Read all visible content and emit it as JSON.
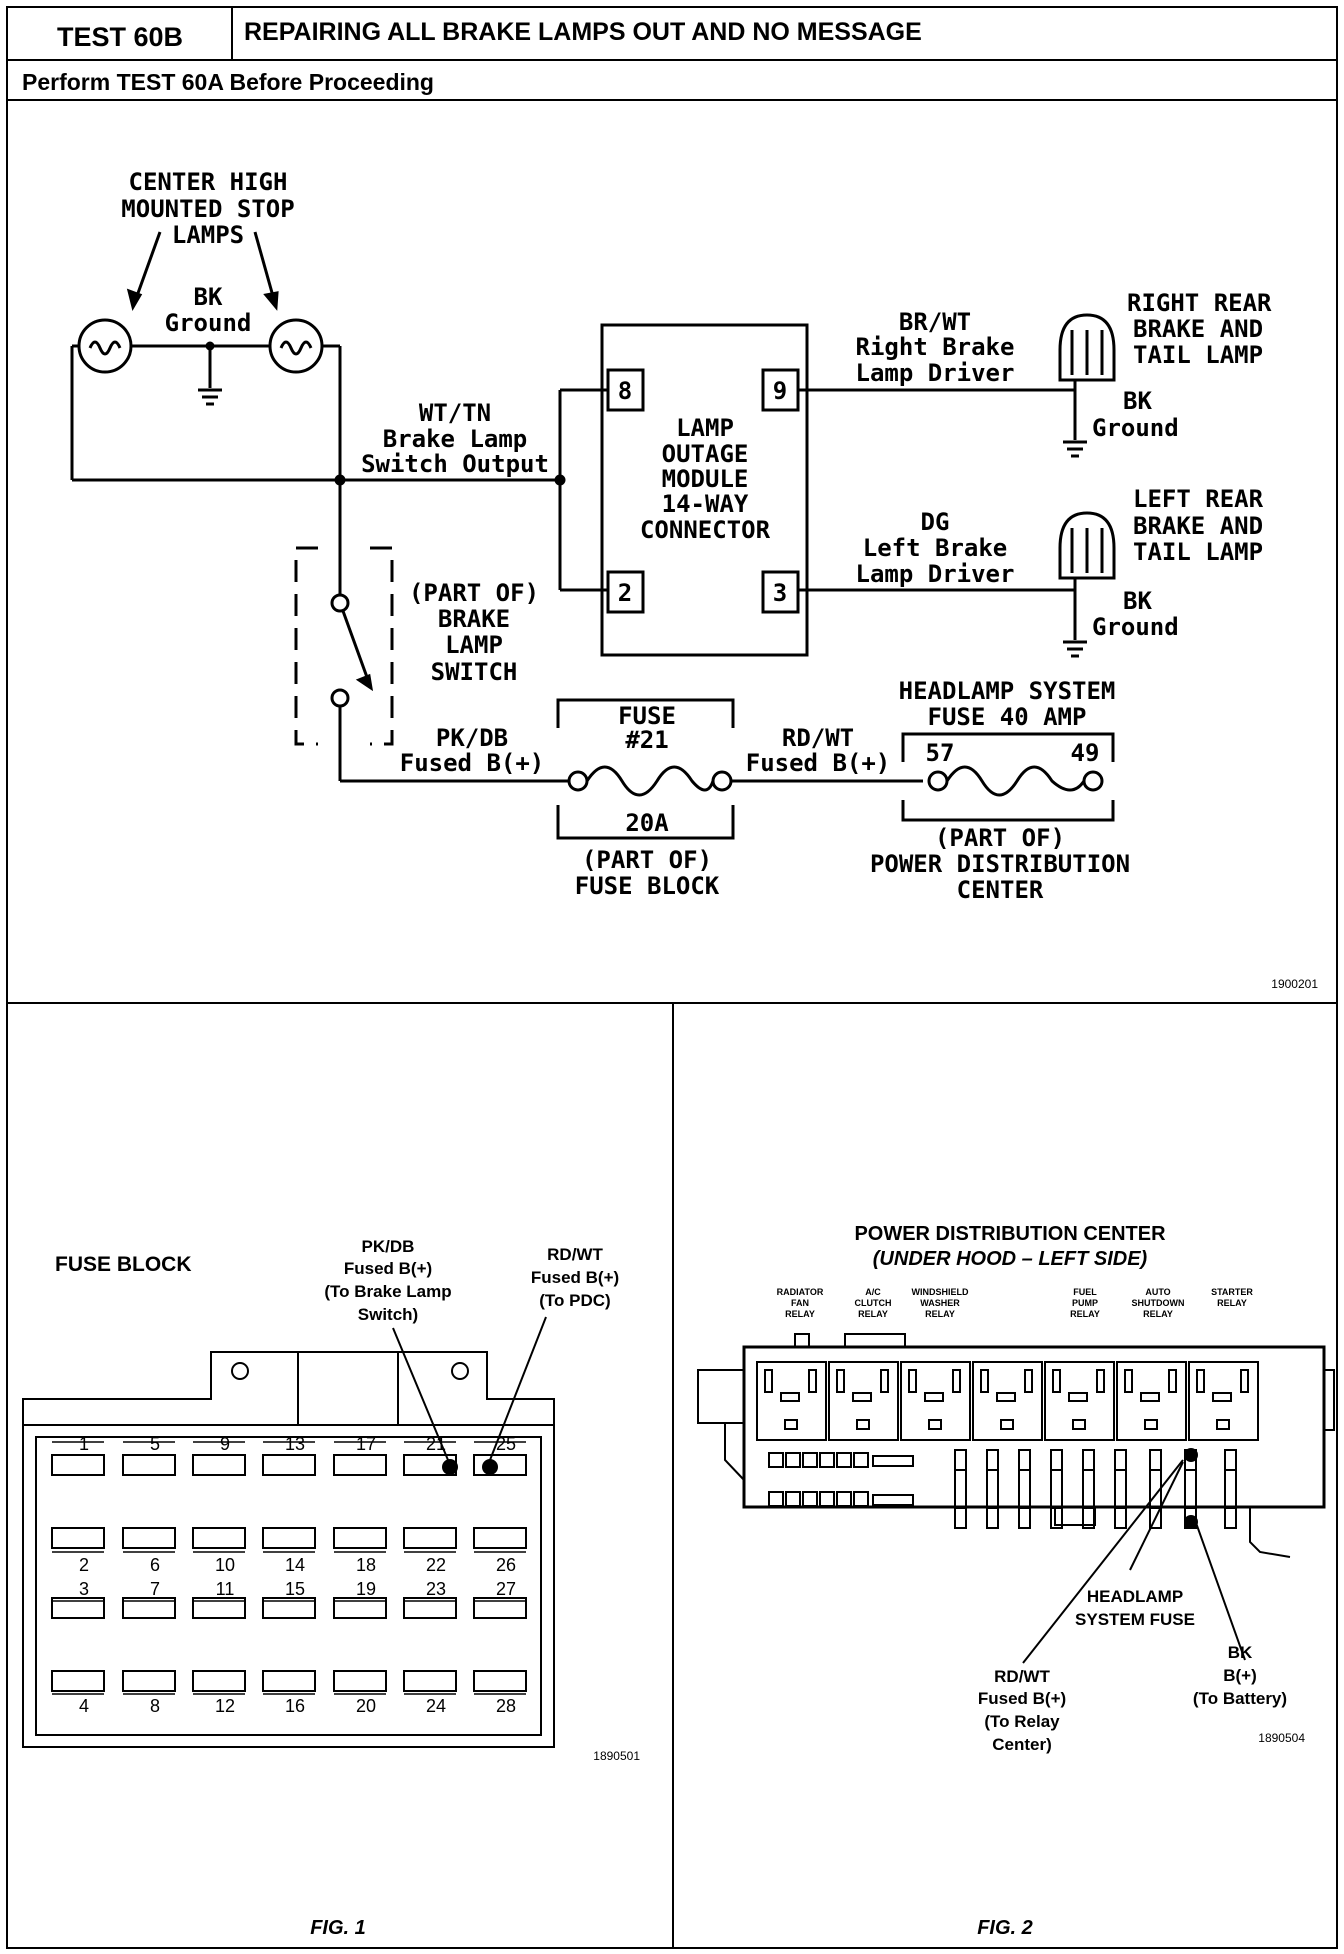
{
  "header": {
    "test_id": "TEST 60B",
    "title": "REPAIRING ALL BRAKE LAMPS OUT AND NO MESSAGE",
    "subtitle": "Perform TEST 60A Before Proceeding"
  },
  "schematic": {
    "chmsl_label": [
      "CENTER HIGH",
      "MOUNTED STOP",
      "LAMPS"
    ],
    "ground_wire": [
      "BK",
      "Ground"
    ],
    "wt_tn": [
      "WT/TN",
      "Brake Lamp",
      "Switch Output"
    ],
    "module": [
      "LAMP",
      "OUTAGE",
      "MODULE",
      "14-WAY",
      "CONNECTOR"
    ],
    "pins": [
      "8",
      "9",
      "2",
      "3"
    ],
    "br_wt": [
      "BR/WT",
      "Right Brake",
      "Lamp Driver"
    ],
    "dg": [
      "DG",
      "Left Brake",
      "Lamp Driver"
    ],
    "rr_lamp": [
      "RIGHT REAR",
      "BRAKE AND",
      "TAIL LAMP"
    ],
    "lr_lamp": [
      "LEFT REAR",
      "BRAKE AND",
      "TAIL LAMP"
    ],
    "rr_ground": [
      "BK",
      "Ground"
    ],
    "lr_ground": [
      "BK",
      "Ground"
    ],
    "brake_switch": [
      "(PART OF)",
      "BRAKE",
      "LAMP",
      "SWITCH"
    ],
    "pk_db": [
      "PK/DB",
      "Fused B(+)"
    ],
    "fuse21": [
      "FUSE",
      "#21"
    ],
    "fuse21_rating": "20A",
    "fuse_block_label": [
      "(PART OF)",
      "FUSE BLOCK"
    ],
    "rd_wt": [
      "RD/WT",
      "Fused B(+)"
    ],
    "headlamp_fuse": [
      "HEADLAMP SYSTEM",
      "FUSE 40 AMP"
    ],
    "hl_pins": [
      "57",
      "49"
    ],
    "pdc_label": [
      "(PART OF)",
      "POWER DISTRIBUTION",
      "CENTER"
    ],
    "fig_id": "1900201"
  },
  "fig1": {
    "title": "FUSE BLOCK",
    "pkdb_callout": [
      "PK/DB",
      "Fused B(+)",
      "(To Brake Lamp",
      "Switch)"
    ],
    "rdwt_callout": [
      "RD/WT",
      "Fused B(+)",
      "(To PDC)"
    ],
    "row1": [
      "1",
      "5",
      "9",
      "13",
      "17",
      "21",
      "25"
    ],
    "row2": [
      "2",
      "6",
      "10",
      "14",
      "18",
      "22",
      "26"
    ],
    "row3": [
      "3",
      "7",
      "11",
      "15",
      "19",
      "23",
      "27"
    ],
    "row4": [
      "4",
      "8",
      "12",
      "16",
      "20",
      "24",
      "28"
    ],
    "fig_id": "1890501",
    "caption": "FIG. 1"
  },
  "fig2": {
    "title": "POWER DISTRIBUTION CENTER",
    "subtitle": "(UNDER HOOD – LEFT SIDE)",
    "relays": [
      [
        "RADIATOR",
        "FAN",
        "RELAY"
      ],
      [
        "A/C",
        "CLUTCH",
        "RELAY"
      ],
      [
        "WINDSHIELD",
        "WASHER",
        "RELAY"
      ],
      [
        "FUEL",
        "PUMP",
        "RELAY"
      ],
      [
        "AUTO",
        "SHUTDOWN",
        "RELAY"
      ],
      [
        "STARTER",
        "RELAY"
      ]
    ],
    "headlamp_callout": [
      "HEADLAMP",
      "SYSTEM FUSE"
    ],
    "rdwt_callout": [
      "RD/WT",
      "Fused B(+)",
      "(To Relay",
      "Center)"
    ],
    "bk_callout": [
      "BK",
      "B(+)",
      "(To Battery)"
    ],
    "fig_id": "1890504",
    "caption": "FIG. 2"
  }
}
